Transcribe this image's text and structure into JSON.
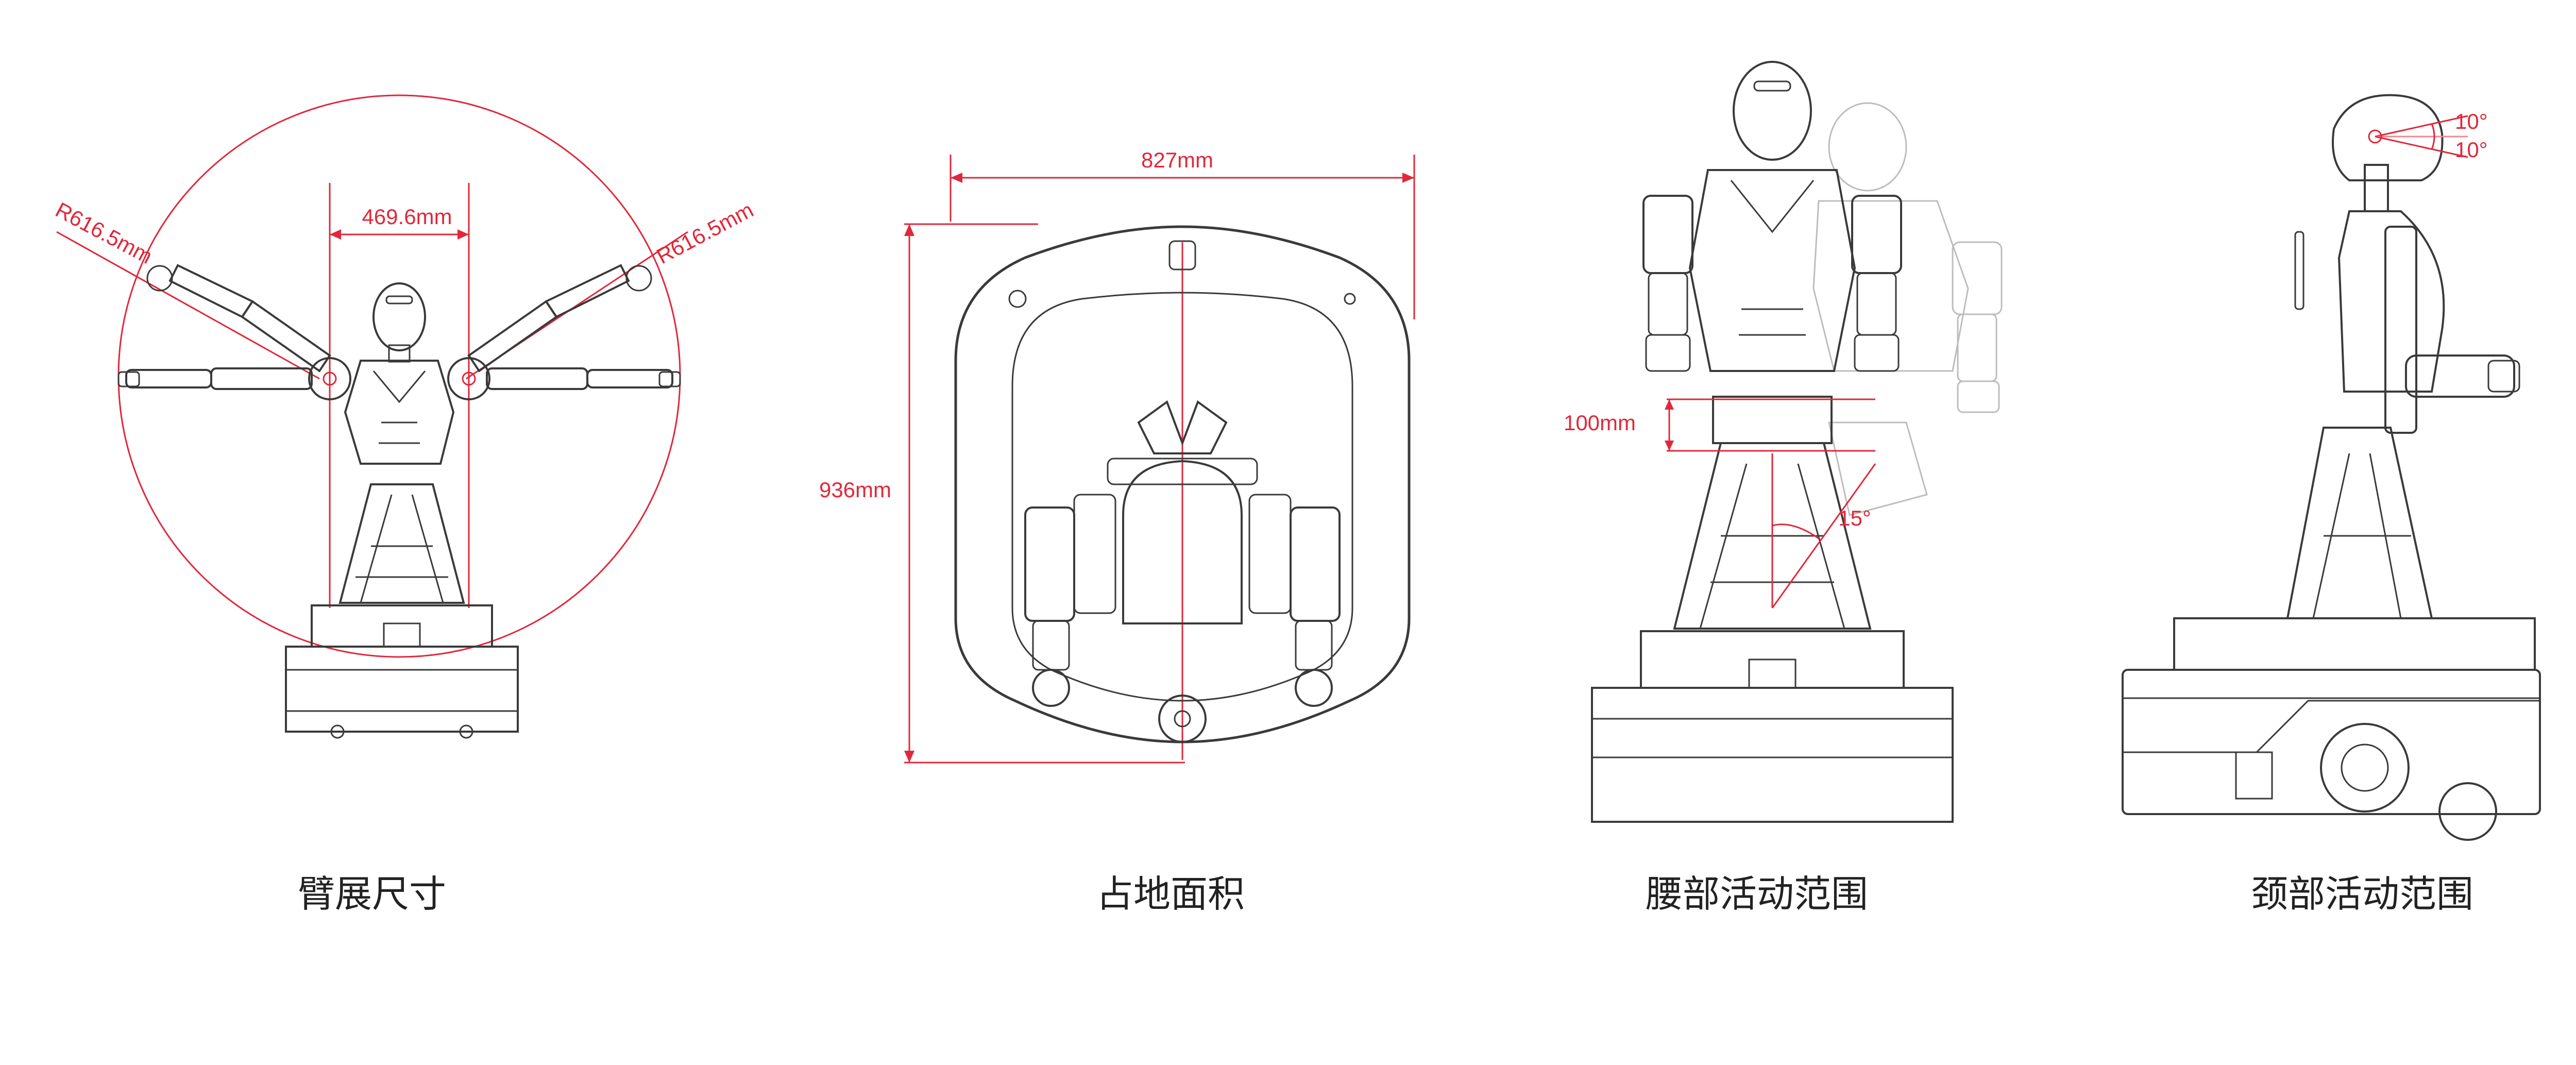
{
  "colors": {
    "line": "#3a3a3a",
    "dimension": "#e0283a",
    "dimension_light": "#f08a94",
    "ghost": "#bdbdbd",
    "caption": "#222222"
  },
  "panels": [
    {
      "caption": "臂展尺寸",
      "dims": {
        "span": "469.6mm",
        "radius_left": "R616.5mm",
        "radius_right": "R616.5mm"
      }
    },
    {
      "caption": "占地面积",
      "dims": {
        "width": "827mm",
        "depth": "936mm"
      }
    },
    {
      "caption": "腰部活动范围",
      "dims": {
        "lift": "100mm",
        "tilt": "15°"
      }
    },
    {
      "caption": "颈部活动范围",
      "dims": {
        "pitch_up": "10°",
        "pitch_down": "10°"
      }
    }
  ]
}
